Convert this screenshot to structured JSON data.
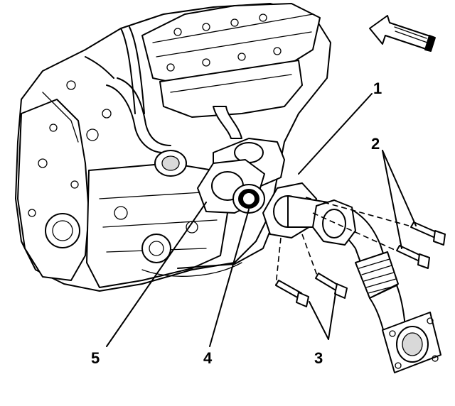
{
  "callouts": [
    {
      "id": "1",
      "text": "1"
    },
    {
      "id": "2",
      "text": "2"
    },
    {
      "id": "3",
      "text": "3"
    },
    {
      "id": "4",
      "text": "4"
    },
    {
      "id": "5",
      "text": "5"
    }
  ],
  "front_arrow": {
    "icon": "front-direction-arrow-icon"
  }
}
